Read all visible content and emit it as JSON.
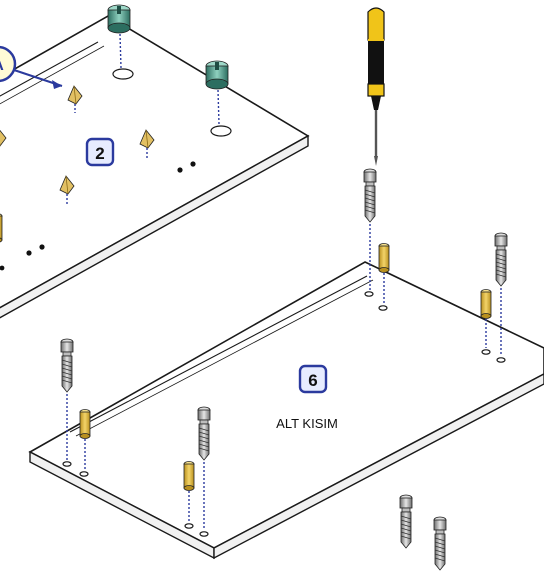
{
  "callouts": {
    "part_2": "2",
    "part_6": "6",
    "detail_marker": "A"
  },
  "captions": {
    "bottom_panel": "ALT KISIM"
  },
  "colors": {
    "outline": "#1a1a1a",
    "dowel_line": "#2b3a9e",
    "callout_border": "#2b3a9e",
    "callout_fill": "#e7ecff",
    "cam_lock": "#3e8f7e",
    "wood_dowel": "#d8b23a",
    "screwdriver_handle": "#f0c419",
    "screw_metal": "#9a9a9a"
  }
}
